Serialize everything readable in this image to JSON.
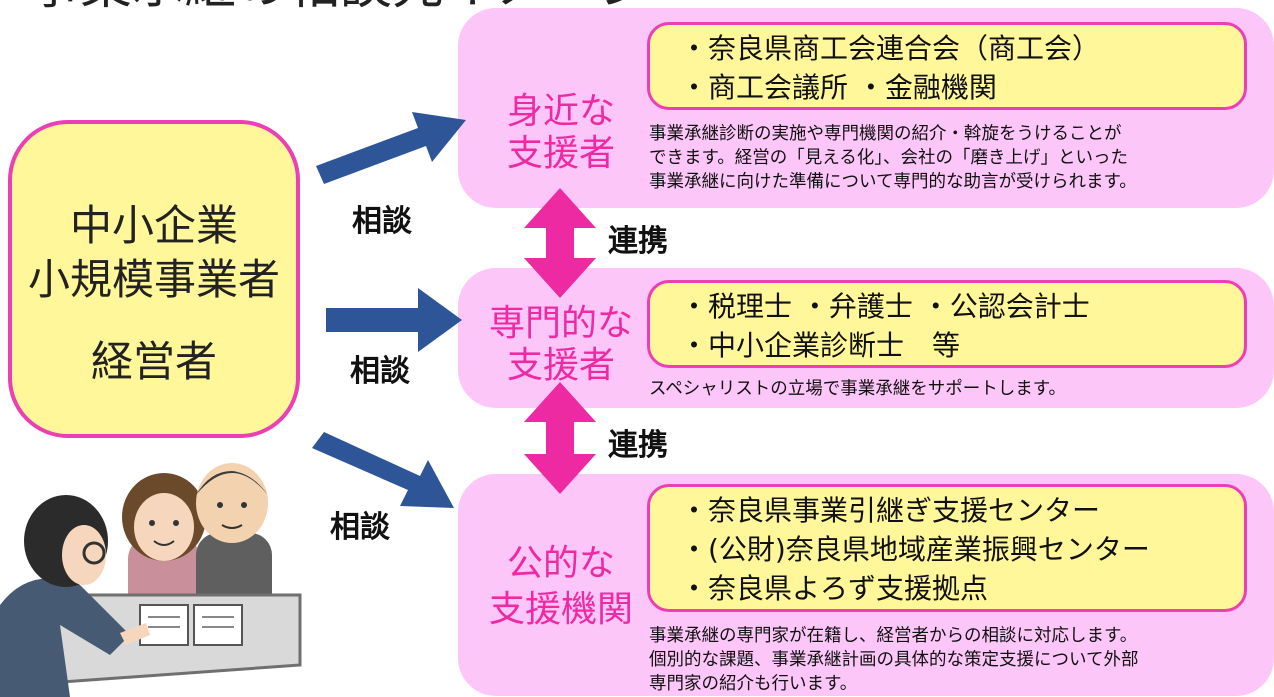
{
  "title_partial": "事業承継の相談先イメージ",
  "enterprise": {
    "line1": "中小企業",
    "line2": "小規模事業者",
    "line3": "経営者"
  },
  "consult_label": "相談",
  "link_label": "連携",
  "panels": [
    {
      "role_line1": "身近な",
      "role_line2": "支援者",
      "items": [
        "・奈良県商工会連合会（商工会）",
        "・商工会議所 ・金融機関"
      ],
      "description": [
        "事業承継診断の実施や専門機関の紹介・斡旋をうけることが",
        "できます。経営の「見える化」、会社の「磨き上げ」といった",
        "事業承継に向けた準備について専門的な助言が受けられます。"
      ]
    },
    {
      "role_line1": "専門的な",
      "role_line2": "支援者",
      "items": [
        "・税理士 ・弁護士 ・公認会計士",
        "・中小企業診断士　等"
      ],
      "description": [
        "スペシャリストの立場で事業承継をサポートします。"
      ]
    },
    {
      "role_line1": "公的な",
      "role_line2": "支援機関",
      "items": [
        "・奈良県事業引継ぎ支援センター",
        "・(公財)奈良県地域産業振興センター",
        "・奈良県よろず支援拠点"
      ],
      "description": [
        "事業承継の専門家が在籍し、経営者からの相談に対応します。",
        "個別的な課題、事業承継計画の具体的な策定支援について外部",
        "専門家の紹介も行います。"
      ]
    }
  ],
  "colors": {
    "pink_panel": "#fcc6f8",
    "magenta": "#ec3fb4",
    "yellow": "#fff799",
    "blue_arrow": "#2e5597"
  }
}
